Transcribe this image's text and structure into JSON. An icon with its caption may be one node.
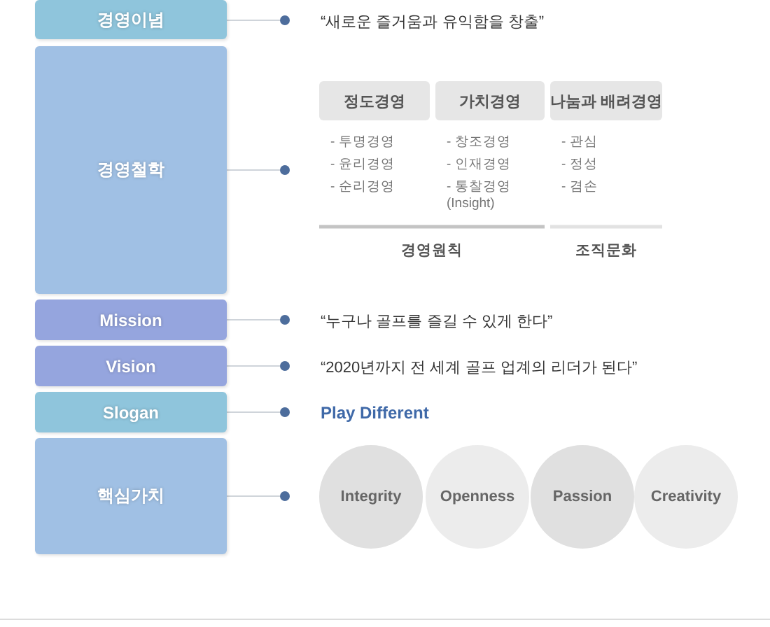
{
  "diagram": {
    "nodes": [
      {
        "text": [
          "경영이념"
        ]
      },
      {
        "text": [
          "경영철학"
        ]
      },
      {
        "text": [
          "Mission"
        ]
      },
      {
        "text": [
          "Vision"
        ]
      },
      {
        "text": [
          "Slogan"
        ]
      },
      {
        "text": [
          "핵심가치"
        ]
      },
      {
        "text": [],
        "shape": "circle",
        "beside": [
          "“새로운 즐거움과 유익함을 창출”"
        ]
      },
      {
        "text": [],
        "shape": "circle"
      },
      {
        "text": [],
        "shape": "circle",
        "beside": [
          "“누구나 골프를 즐길 수 있게 한다”"
        ]
      },
      {
        "text": [],
        "shape": "circle",
        "beside": [
          "“2020년까지 전 세계 골프 업계의 리더가 된다”"
        ]
      },
      {
        "text": [],
        "shape": "circle",
        "beside": [
          "Play Different"
        ]
      },
      {
        "text": [],
        "shape": "circle"
      },
      {
        "text": [
          "정도경영"
        ],
        "beside": [
          "- 투명경영",
          "- 윤리경영",
          "- 순리경영"
        ]
      },
      {
        "text": [
          "가치경영"
        ],
        "beside": [
          "- 창조경영",
          "- 인재경영",
          "- 통찰경영 (Insight)"
        ]
      },
      {
        "text": [
          "나눔과 배려경영"
        ],
        "beside": [
          "- 관심",
          "- 정성",
          "- 겸손"
        ]
      },
      {
        "text": [
          "Integrity"
        ]
      },
      {
        "text": [
          "Openness"
        ]
      },
      {
        "text": [
          "Passion"
        ]
      },
      {
        "text": [
          "Creativity"
        ]
      }
    ],
    "edges": [
      {
        "from": 0,
        "to": 6,
        "arrow": "none"
      },
      {
        "from": 1,
        "to": 7,
        "arrow": "none"
      },
      {
        "from": 2,
        "to": 8,
        "arrow": "none"
      },
      {
        "from": 3,
        "to": 9,
        "arrow": "none"
      },
      {
        "from": 4,
        "to": 10,
        "arrow": "none"
      },
      {
        "from": 5,
        "to": 11,
        "arrow": "none"
      }
    ],
    "labels": [
      "경영원칙",
      "조직문화"
    ]
  }
}
